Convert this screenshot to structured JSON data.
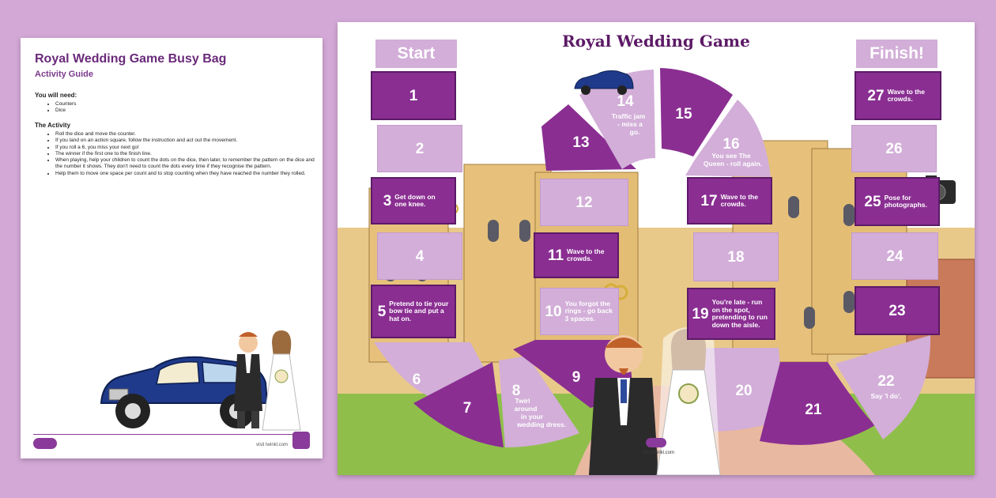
{
  "guide": {
    "title": "Royal Wedding Game Busy Bag",
    "subtitle": "Activity Guide",
    "need_heading": "You will need:",
    "need_items": [
      "Counters",
      "Dice"
    ],
    "activity_heading": "The Activity",
    "activity_items": [
      "Roll the dice and move the counter.",
      "If you land on an action square, follow the instruction and act out the movement.",
      "If you roll a 6, you miss your next go!",
      "The winner if the first one to the finish line.",
      "When playing, help your children to count the dots on the dice, then later, to remember the pattern on the dice and the number it shows. They don't need to count the dots every time if they recognise the pattern.",
      "Help them to move one space per count and to stop counting when they have reached the number they rolled."
    ],
    "brand": "twinkl",
    "site": "visit twinkl.com"
  },
  "board": {
    "title": "Royal Wedding Game",
    "start_label": "Start",
    "finish_label": "Finish!",
    "brand": "twinkl",
    "site": "visit twinkl.com",
    "squares": {
      "s1": {
        "num": "1"
      },
      "s2": {
        "num": "2"
      },
      "s3": {
        "num": "3",
        "text": "Get down on one knee."
      },
      "s4": {
        "num": "4"
      },
      "s5": {
        "num": "5",
        "text": "Pretend to tie your bow tie and put a hat on."
      },
      "s6": {
        "num": "6"
      },
      "s7": {
        "num": "7"
      },
      "s8": {
        "num": "8",
        "text": "Twirl around in your wedding dress."
      },
      "s9": {
        "num": "9"
      },
      "s10": {
        "num": "10",
        "text": "You forgot the rings - go back 3 spaces."
      },
      "s11": {
        "num": "11",
        "text": "Wave to the crowds."
      },
      "s12": {
        "num": "12"
      },
      "s13": {
        "num": "13"
      },
      "s14": {
        "num": "14",
        "text": "Traffic jam - miss a go."
      },
      "s15": {
        "num": "15"
      },
      "s16": {
        "num": "16",
        "text": "You see The Queen - roll again."
      },
      "s17": {
        "num": "17",
        "text": "Wave to the crowds."
      },
      "s18": {
        "num": "18"
      },
      "s19": {
        "num": "19",
        "text": "You're late - run on the spot, pretending to run down the aisle."
      },
      "s20": {
        "num": "20"
      },
      "s21": {
        "num": "21"
      },
      "s22": {
        "num": "22",
        "text": "Say 'I do'."
      },
      "s23": {
        "num": "23"
      },
      "s24": {
        "num": "24"
      },
      "s25": {
        "num": "25",
        "text": "Pose for photographs."
      },
      "s26": {
        "num": "26"
      },
      "s27": {
        "num": "27",
        "text": "Wave to the crowds."
      }
    }
  },
  "colors": {
    "background": "#d3a8d6",
    "dark_square": "#8a2e92",
    "light_square": "#d2aed8",
    "title": "#5c1a66"
  },
  "icons": [
    "vintage-car-icon",
    "wedding-rings-icon",
    "camera-icon",
    "groom-icon",
    "bride-icon",
    "castle-icon"
  ]
}
